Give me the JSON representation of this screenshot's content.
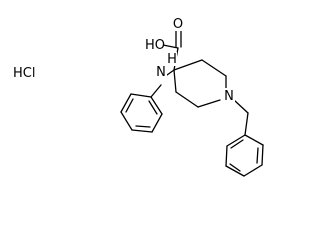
{
  "diagram": {
    "type": "chemical-structure",
    "labels": {
      "salt": "HCl",
      "carboxyl_o_double": "O",
      "hydroxyl": "HO",
      "amine_n": "N",
      "amine_h": "H",
      "ring_n": "N"
    },
    "colors": {
      "bond": "#000000",
      "text": "#000000",
      "background": "#ffffff"
    }
  }
}
